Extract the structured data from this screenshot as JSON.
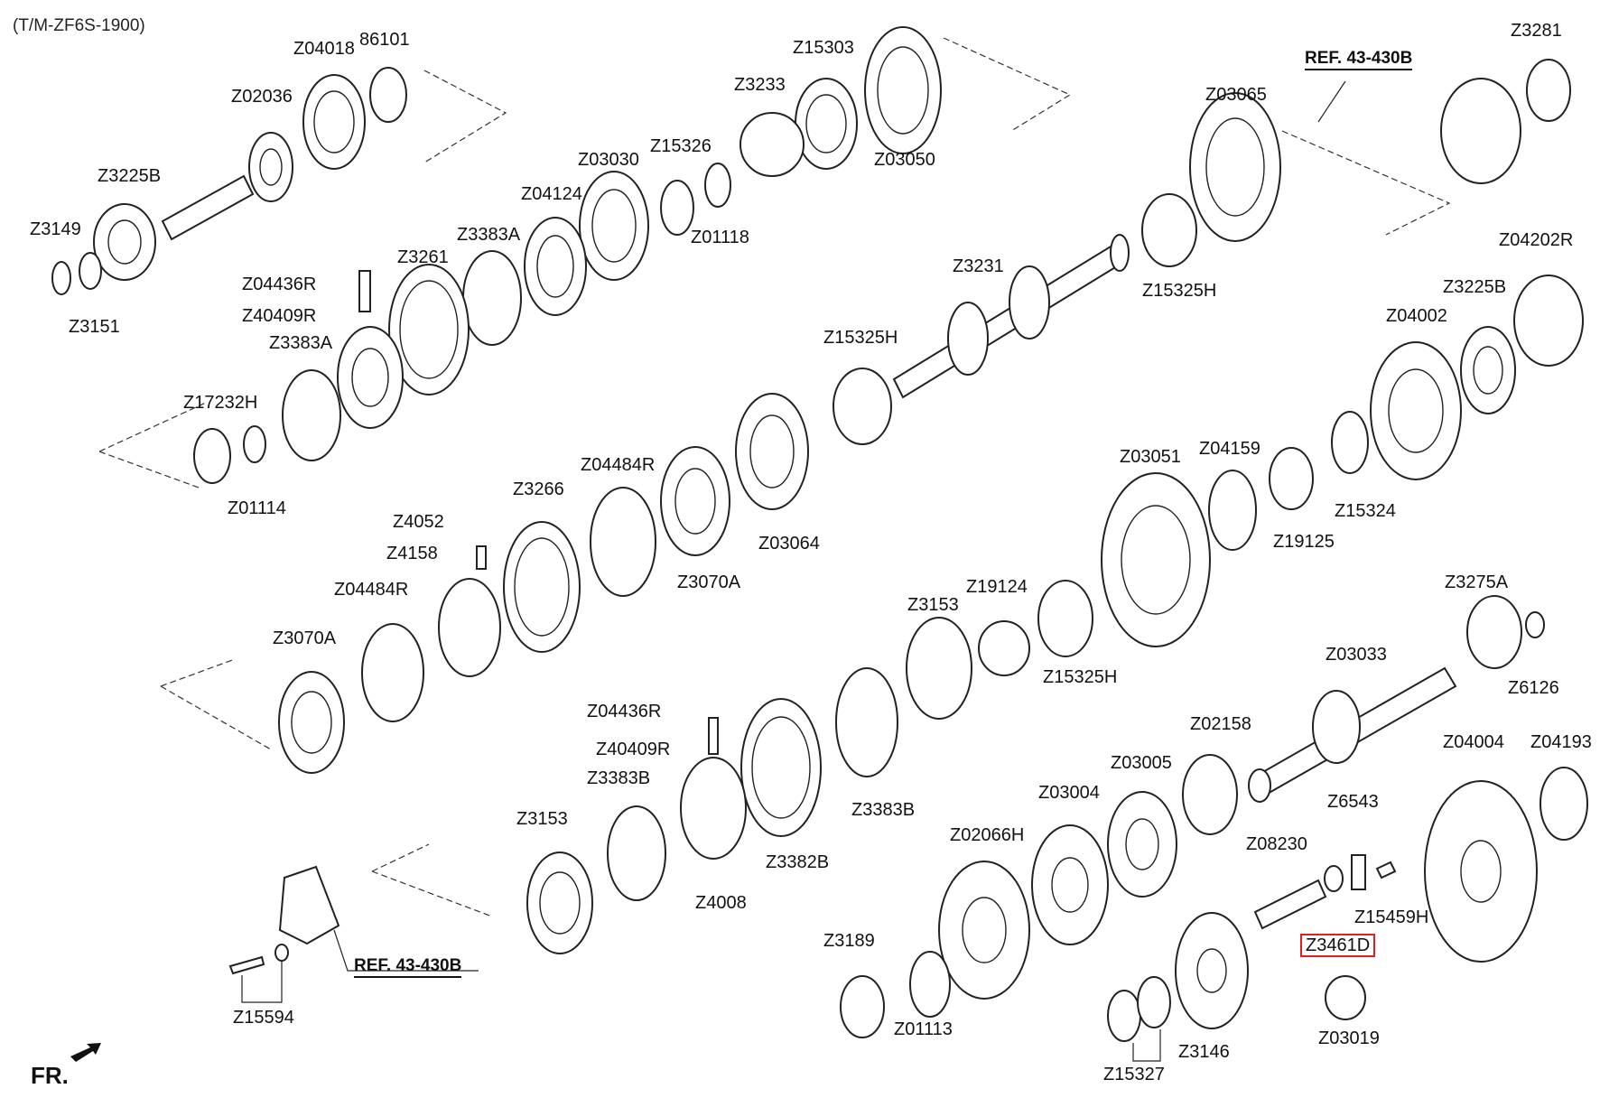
{
  "title": "(T/M-ZF6S-1900)",
  "orientation_label": "FR.",
  "refs": [
    "REF. 43-430B",
    "REF. 43-430B"
  ],
  "highlighted_part": "Z3461D",
  "highlight_color": "#e02020",
  "parts": [
    "Z04018",
    "86101",
    "Z02036",
    "Z3225B",
    "Z3149",
    "Z3151",
    "Z15303",
    "Z3233",
    "Z03050",
    "Z03030",
    "Z15326",
    "Z01118",
    "Z04124",
    "Z3383A",
    "Z04436R",
    "Z40409R",
    "Z3261",
    "Z3383A",
    "Z17232H",
    "Z01114",
    "Z03065",
    "Z3231",
    "Z15325H",
    "Z15325H",
    "Z3281",
    "Z04202R",
    "Z3225B",
    "Z04002",
    "Z04484R",
    "Z3266",
    "Z4052",
    "Z4158",
    "Z03064",
    "Z3070A",
    "Z03051",
    "Z04159",
    "Z19125",
    "Z15324",
    "Z04484R",
    "Z3070A",
    "Z19124",
    "Z3153",
    "Z15325H",
    "Z3275A",
    "Z03033",
    "Z6126",
    "Z04436R",
    "Z40409R",
    "Z3383B",
    "Z3383B",
    "Z3382B",
    "Z4008",
    "Z3153",
    "Z02158",
    "Z03005",
    "Z03004",
    "Z02066H",
    "Z04004",
    "Z04193",
    "Z6543",
    "Z08230",
    "Z15459H",
    "Z3461D",
    "Z3189",
    "Z01113",
    "Z3146",
    "Z15327",
    "Z03019",
    "Z15594"
  ]
}
